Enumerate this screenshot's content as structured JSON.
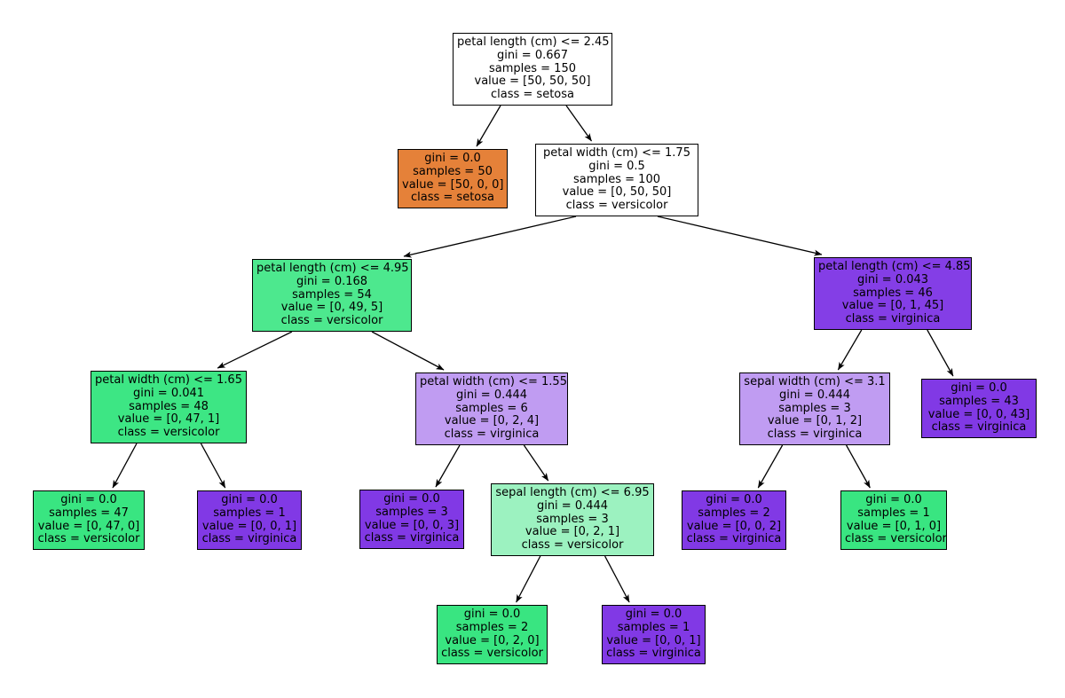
{
  "figure": {
    "background": "#ffffff",
    "edge_color": "#000000",
    "kind": "decision-tree"
  },
  "classes": [
    "setosa",
    "versicolor",
    "virginica"
  ],
  "palette": {
    "setosa": "#e58139",
    "versicolor": "#39e581",
    "virginica": "#8139e5"
  },
  "nodes": [
    {
      "fill": "#ffffff",
      "lines": [
        "petal length (cm) <= 2.45",
        "gini = 0.667",
        "samples = 150",
        "value = [50, 50, 50]",
        "class = setosa"
      ]
    },
    {
      "fill": "#e58139",
      "lines": [
        "gini = 0.0",
        "samples = 50",
        "value = [50, 0, 0]",
        "class = setosa"
      ]
    },
    {
      "fill": "#ffffff",
      "lines": [
        "petal width (cm) <= 1.75",
        "gini = 0.5",
        "samples = 100",
        "value = [0, 50, 50]",
        "class = versicolor"
      ]
    },
    {
      "fill": "#4de88e",
      "lines": [
        "petal length (cm) <= 4.95",
        "gini = 0.168",
        "samples = 54",
        "value = [0, 49, 5]",
        "class = versicolor"
      ]
    },
    {
      "fill": "#843ee6",
      "lines": [
        "petal length (cm) <= 4.85",
        "gini = 0.043",
        "samples = 46",
        "value = [0, 1, 45]",
        "class = virginica"
      ]
    },
    {
      "fill": "#3de684",
      "lines": [
        "petal width (cm) <= 1.65",
        "gini = 0.041",
        "samples = 48",
        "value = [0, 47, 1]",
        "class = versicolor"
      ]
    },
    {
      "fill": "#c09cf2",
      "lines": [
        "petal width (cm) <= 1.55",
        "gini = 0.444",
        "samples = 6",
        "value = [0, 2, 4]",
        "class = virginica"
      ]
    },
    {
      "fill": "#c09cf2",
      "lines": [
        "sepal width (cm) <= 3.1",
        "gini = 0.444",
        "samples = 3",
        "value = [0, 1, 2]",
        "class = virginica"
      ]
    },
    {
      "fill": "#8139e5",
      "lines": [
        "gini = 0.0",
        "samples = 43",
        "value = [0, 0, 43]",
        "class = virginica"
      ]
    },
    {
      "fill": "#39e581",
      "lines": [
        "gini = 0.0",
        "samples = 47",
        "value = [0, 47, 0]",
        "class = versicolor"
      ]
    },
    {
      "fill": "#8139e5",
      "lines": [
        "gini = 0.0",
        "samples = 1",
        "value = [0, 0, 1]",
        "class = virginica"
      ]
    },
    {
      "fill": "#8139e5",
      "lines": [
        "gini = 0.0",
        "samples = 3",
        "value = [0, 0, 3]",
        "class = virginica"
      ]
    },
    {
      "fill": "#9cf2c0",
      "lines": [
        "sepal length (cm) <= 6.95",
        "gini = 0.444",
        "samples = 3",
        "value = [0, 2, 1]",
        "class = versicolor"
      ]
    },
    {
      "fill": "#8139e5",
      "lines": [
        "gini = 0.0",
        "samples = 2",
        "value = [0, 0, 2]",
        "class = virginica"
      ]
    },
    {
      "fill": "#39e581",
      "lines": [
        "gini = 0.0",
        "samples = 1",
        "value = [0, 1, 0]",
        "class = versicolor"
      ]
    },
    {
      "fill": "#39e581",
      "lines": [
        "gini = 0.0",
        "samples = 2",
        "value = [0, 2, 0]",
        "class = versicolor"
      ]
    },
    {
      "fill": "#8139e5",
      "lines": [
        "gini = 0.0",
        "samples = 1",
        "value = [0, 0, 1]",
        "class = virginica"
      ]
    }
  ],
  "edges": [
    [
      0,
      1
    ],
    [
      0,
      2
    ],
    [
      2,
      3
    ],
    [
      2,
      4
    ],
    [
      3,
      5
    ],
    [
      3,
      6
    ],
    [
      4,
      7
    ],
    [
      4,
      8
    ],
    [
      5,
      9
    ],
    [
      5,
      10
    ],
    [
      6,
      11
    ],
    [
      6,
      12
    ],
    [
      7,
      13
    ],
    [
      7,
      14
    ],
    [
      12,
      15
    ],
    [
      12,
      16
    ]
  ]
}
